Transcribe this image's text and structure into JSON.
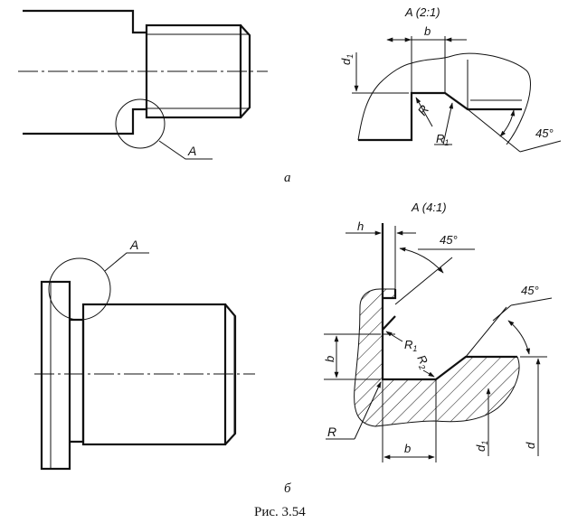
{
  "figure_caption": "Рис. 3.54",
  "view_a": {
    "sublabel": "а",
    "detail_callout": "A",
    "detail_title": "A (2:1)",
    "dim_b": "b",
    "dim_d1": "d",
    "dim_d1_sub": "1",
    "radius_r": "R",
    "radius_r1": "R",
    "radius_r1_sub": "1",
    "angle": "45°"
  },
  "view_b": {
    "sublabel": "б",
    "detail_callout": "A",
    "detail_title": "A (4:1)",
    "dim_h": "h",
    "dim_b_left": "b",
    "dim_b_bottom": "b",
    "dim_d1": "d",
    "dim_d1_sub": "1",
    "dim_d": "d",
    "radius_r": "R",
    "radius_r1": "R",
    "radius_r1_sub": "1",
    "radius_r2": "R",
    "radius_r2_sub": "2",
    "angle_top": "45°",
    "angle_right": "45°"
  },
  "icons": {
    "arrow": "arrowhead-icon"
  }
}
